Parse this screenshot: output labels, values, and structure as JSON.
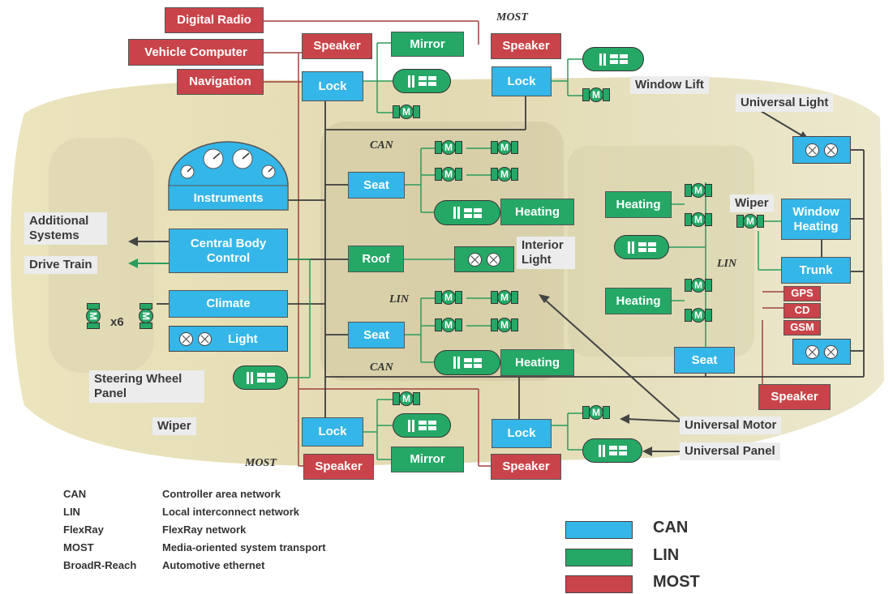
{
  "colors": {
    "can": "#35b6e8",
    "lin": "#25a866",
    "most": "#c9444a"
  },
  "labels": {
    "digital_radio": "Digital Radio",
    "vehicle_computer": "Vehicle Computer",
    "navigation": "Navigation",
    "speaker": "Speaker",
    "mirror": "Mirror",
    "lock": "Lock",
    "window_lift": "Window Lift",
    "universal_light": "Universal Light",
    "instruments": "Instruments",
    "seat": "Seat",
    "heating": "Heating",
    "wiper": "Wiper",
    "window_heating": "Window Heating",
    "additional_systems": "Additional Systems",
    "drive_train": "Drive Train",
    "central_body_control": "Central Body Control",
    "roof": "Roof",
    "interior_light": "Interior Light",
    "trunk": "Trunk",
    "climate": "Climate",
    "light": "Light",
    "x6": "x6",
    "gps": "GPS",
    "cd": "CD",
    "gsm": "GSM",
    "steering_wheel_panel": "Steering Wheel Panel",
    "universal_motor": "Universal Motor",
    "universal_panel": "Universal Panel",
    "motor_m": "M"
  },
  "bus_tags": {
    "most": "MOST",
    "can": "CAN",
    "lin": "LIN"
  },
  "abbreviations": [
    {
      "abbr": "CAN",
      "meaning": "Controller area network"
    },
    {
      "abbr": "LIN",
      "meaning": "Local interconnect network"
    },
    {
      "abbr": "FlexRay",
      "meaning": "FlexRay network"
    },
    {
      "abbr": "MOST",
      "meaning": "Media-oriented system transport"
    },
    {
      "abbr": "BroadR-Reach",
      "meaning": "Automotive ethernet"
    }
  ],
  "legend": [
    {
      "label": "CAN",
      "color": "#35b6e8"
    },
    {
      "label": "LIN",
      "color": "#25a866"
    },
    {
      "label": "MOST",
      "color": "#c9444a"
    }
  ]
}
